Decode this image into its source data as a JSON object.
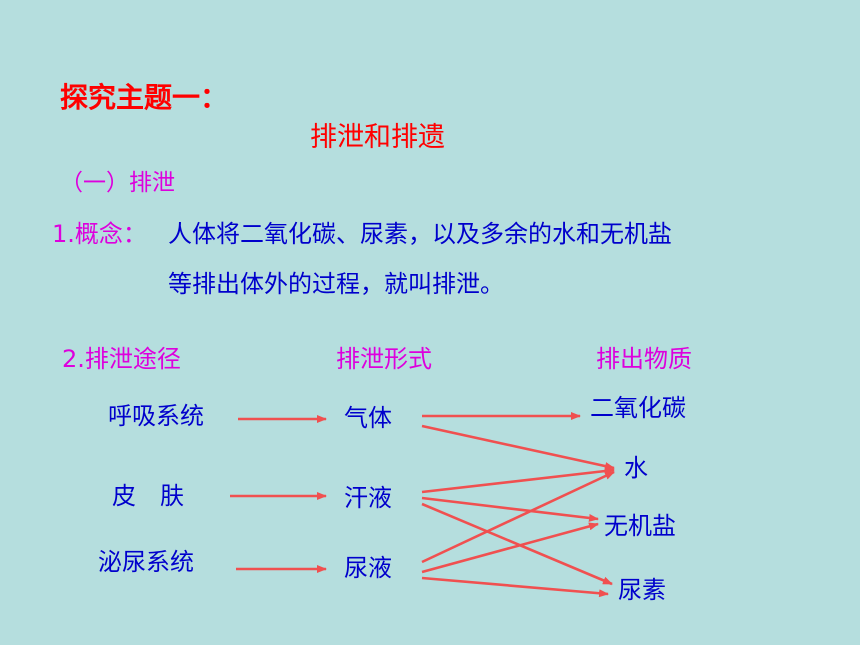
{
  "heading": "探究主题一：",
  "subtitle": "排泄和排遗",
  "section": "（一）排泄",
  "concept": {
    "label": "1.概念：",
    "line1": "人体将二氧化碳、尿素，以及多余的水和无机盐",
    "line2": "等排出体外的过程，就叫排泄。"
  },
  "columns": {
    "pathway": "2.排泄途径",
    "form": "排泄形式",
    "substance": "排出物质"
  },
  "pathways": [
    "呼吸系统",
    "皮　肤",
    "泌尿系统"
  ],
  "forms": [
    "气体",
    "汗液",
    "尿液"
  ],
  "substances": [
    "二氧化碳",
    "水",
    "无机盐",
    "尿素"
  ],
  "colors": {
    "background": "#b5dede",
    "arrow": "#f05050",
    "title": "#ff0000",
    "section": "#dd00dd",
    "body": "#0000cc"
  }
}
